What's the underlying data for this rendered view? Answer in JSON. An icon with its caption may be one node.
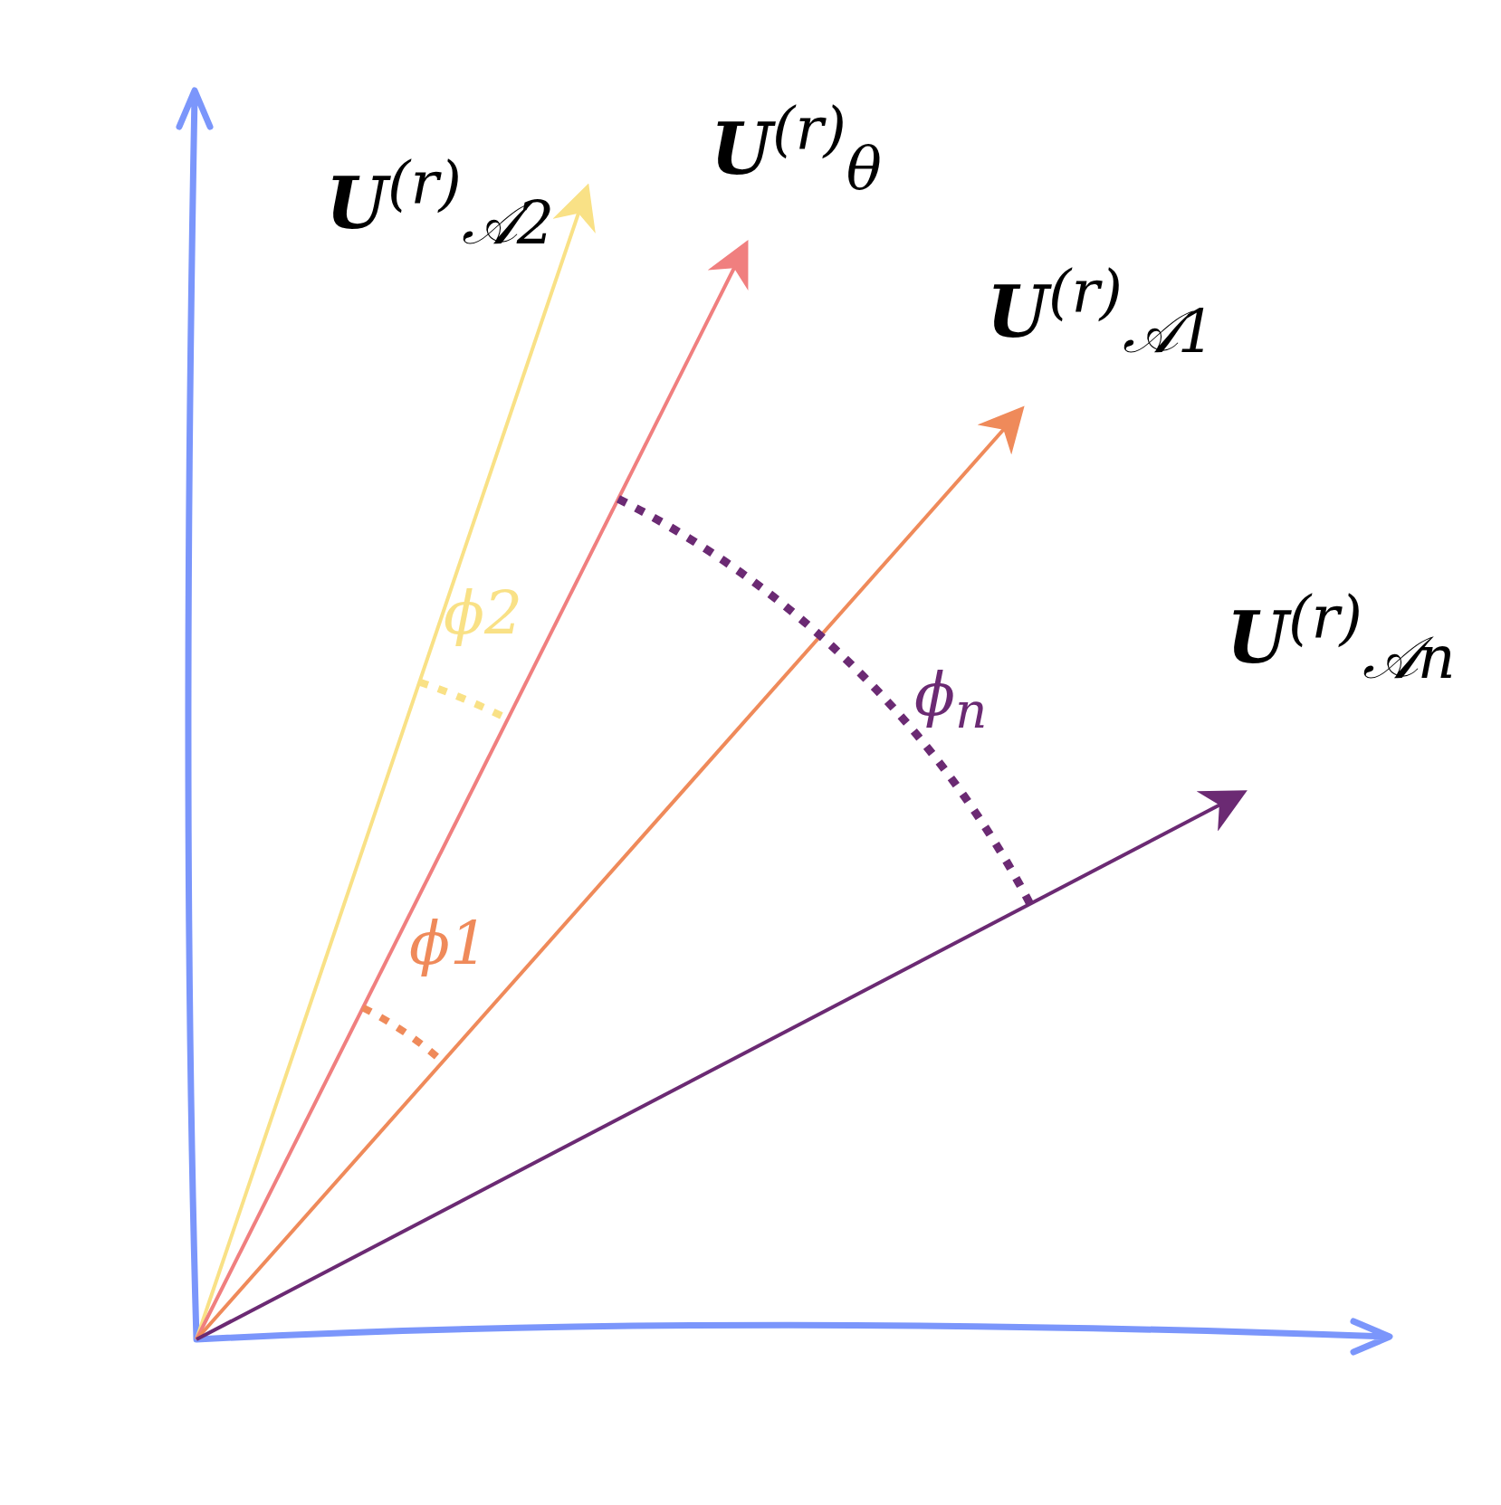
{
  "diagram": {
    "nodes": [
      {
        "text": [
          "**U**$^{(r)}$$_{𝒜2}$"
        ]
      },
      {
        "text": [
          "**U**$^{(r)}$$_{θ}$"
        ]
      },
      {
        "text": [
          "**U**$^{(r)}$$_{𝒜1}$"
        ]
      },
      {
        "text": [
          "**U**$^{(r)}$$_{𝒜n}$"
        ]
      }
    ],
    "edges": [
      {
        "from": null,
        "to": 0,
        "arrow": "to",
        "color": "#f9e186"
      },
      {
        "from": null,
        "to": 1,
        "arrow": "to",
        "color": "#f07f7f"
      },
      {
        "from": null,
        "to": 2,
        "arrow": "to",
        "color": "#ef8a5a"
      },
      {
        "from": null,
        "to": 3,
        "arrow": "to",
        "color": "#6b2a73"
      }
    ],
    "labels": [
      "ϕ2",
      "ϕ1",
      "ϕ$_{n}$"
    ]
  }
}
